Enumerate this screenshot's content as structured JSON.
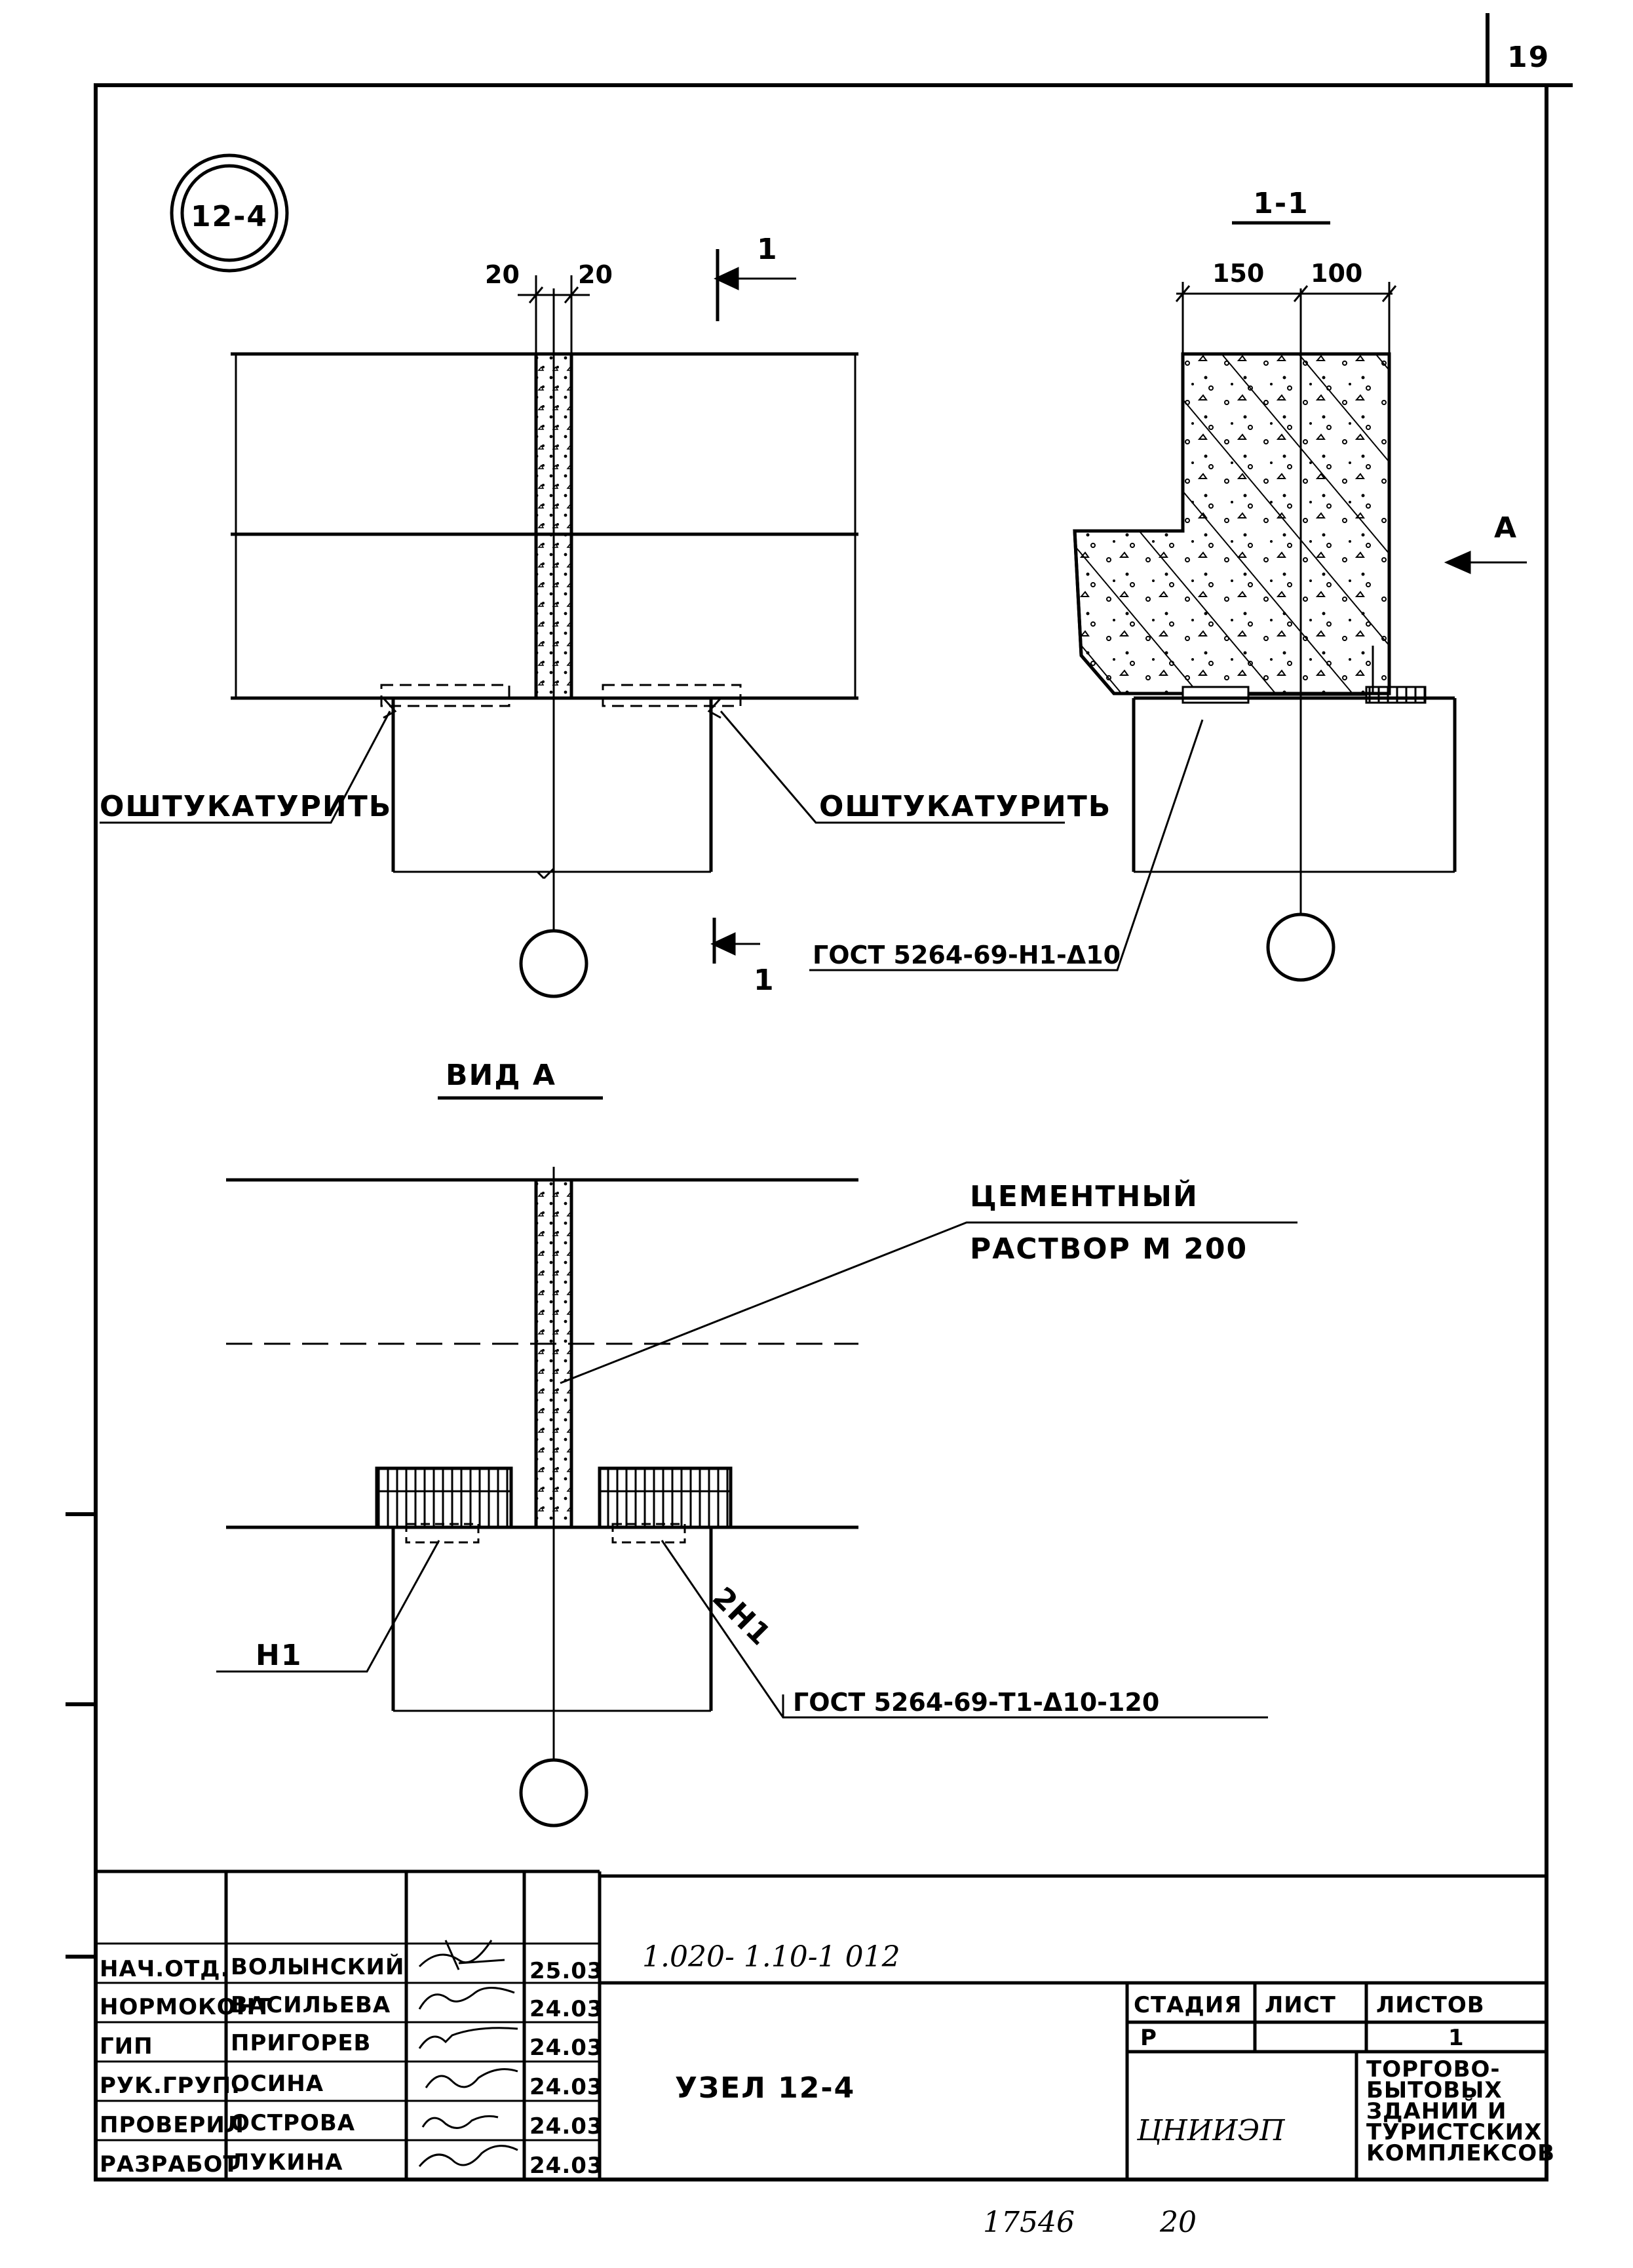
{
  "sheet": {
    "page_number": "19",
    "node_mark": "12-4",
    "bottom_handwritten": [
      "17546",
      "20"
    ]
  },
  "elevation": {
    "dims": [
      "20",
      "20"
    ],
    "section_mark_top": "1",
    "section_mark_bottom": "1",
    "plaster_left": "ОШТУКАТУРИТЬ",
    "plaster_right": "ОШТУКАТУРИТЬ",
    "gost_weld": "ГОСТ 5264-69-Н1-Δ10"
  },
  "section_1_1": {
    "title": "1-1",
    "dims": [
      "150",
      "100"
    ],
    "view_arrow": "А"
  },
  "view_a": {
    "title": "ВИД А",
    "mortar_line1": "ЦЕМЕНТНЫЙ",
    "mortar_line2": "РАСТВОР М 200",
    "n1": "Н1",
    "n2": "2Н1",
    "gost_weld": "ГОСТ 5264-69-Т1-Δ10-120"
  },
  "title_block": {
    "doc_code": "1.020- 1.10-1 012",
    "node_name": "УЗЕЛ 12-4",
    "stage_header": "СТАДИЯ",
    "sheet_header": "ЛИСТ",
    "sheets_header": "ЛИСТОВ",
    "stage_value": "Р",
    "sheets_value": "1",
    "org": "ЦНИИЭП",
    "org_desc": [
      "ТОРГОВО-",
      "БЫТОВЫХ",
      "ЗДАНИЙ И",
      "ТУРИСТСКИХ",
      "КОМПЛЕКСОВ"
    ],
    "rows": [
      {
        "role": "НАЧ.ОТД.",
        "name": "ВОЛЫНСКИЙ",
        "date": "25.03"
      },
      {
        "role": "НОРМОКОНТ",
        "name": "ВАСИЛЬЕВА",
        "date": "24.03"
      },
      {
        "role": "ГИП",
        "name": "ПРИГОРЕВ",
        "date": "24.03"
      },
      {
        "role": "РУК.ГРУП.",
        "name": "ОСИНА",
        "date": "24.03"
      },
      {
        "role": "ПРОВЕРИЛ",
        "name": "ОСТРОВА",
        "date": "24.03"
      },
      {
        "role": "РАЗРАБОТ",
        "name": "ЛУКИНА",
        "date": "24.03"
      }
    ]
  }
}
